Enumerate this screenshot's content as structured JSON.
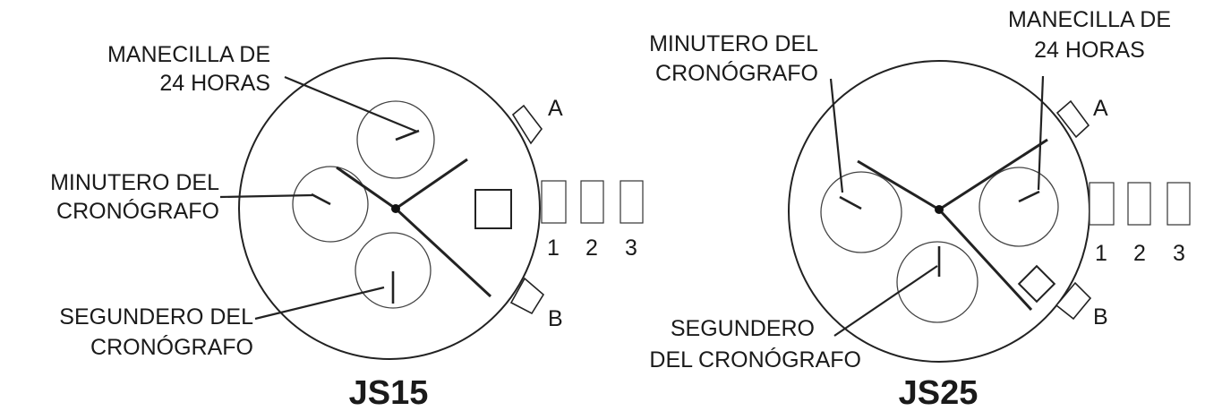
{
  "js15": {
    "model": "JS15",
    "labels": {
      "hour24": [
        "MANECILLA DE",
        "24 HORAS"
      ],
      "minute": [
        "MINUTERO DEL",
        "CRONÓGRAFO"
      ],
      "second": [
        "SEGUNDERO DEL",
        "CRONÓGRAFO"
      ]
    },
    "pushers": {
      "a": "A",
      "b": "B"
    },
    "crown_positions": [
      "1",
      "2",
      "3"
    ]
  },
  "js25": {
    "model": "JS25",
    "labels": {
      "minute": [
        "MINUTERO DEL",
        "CRONÓGRAFO"
      ],
      "hour24": [
        "MANECILLA DE",
        "24 HORAS"
      ],
      "second": [
        "SEGUNDERO",
        "DEL CRONÓGRAFO"
      ]
    },
    "pushers": {
      "a": "A",
      "b": "B"
    },
    "crown_positions": [
      "1",
      "2",
      "3"
    ]
  }
}
